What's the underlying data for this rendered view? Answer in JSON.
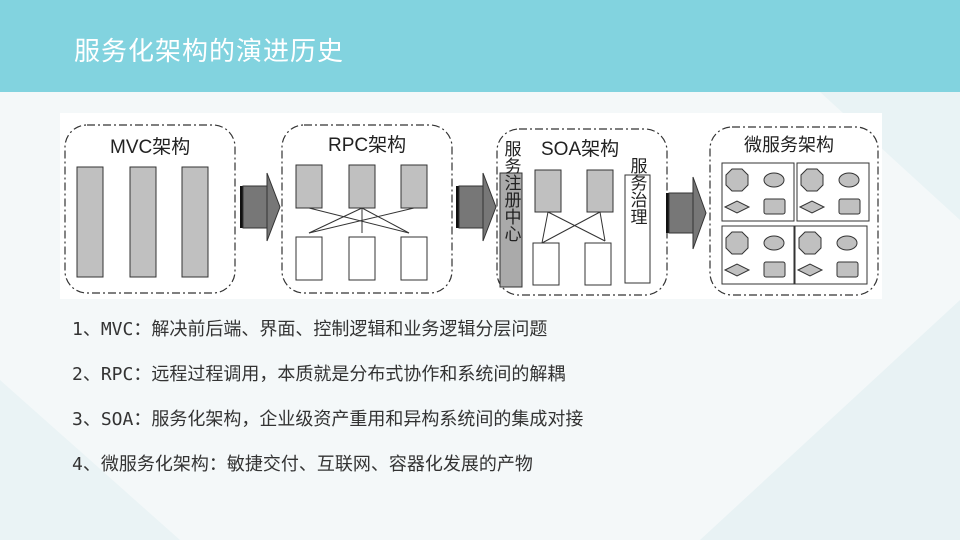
{
  "title": "服务化架构的演进历史",
  "diagram": {
    "mvc_label": "MVC架构",
    "rpc_label": "RPC架构",
    "soa_label": "SOA架构",
    "soa_registry_label": "服务注册中心",
    "soa_governance_label": "服务治理",
    "micro_label": "微服务架构"
  },
  "points": [
    "1、MVC：解决前后端、界面、控制逻辑和业务逻辑分层问题",
    "2、RPC：远程过程调用，本质就是分布式协作和系统间的解耦",
    "3、SOA：服务化架构，企业级资产重用和异构系统间的集成对接",
    "4、微服务化架构：敏捷交付、互联网、容器化发展的产物"
  ]
}
